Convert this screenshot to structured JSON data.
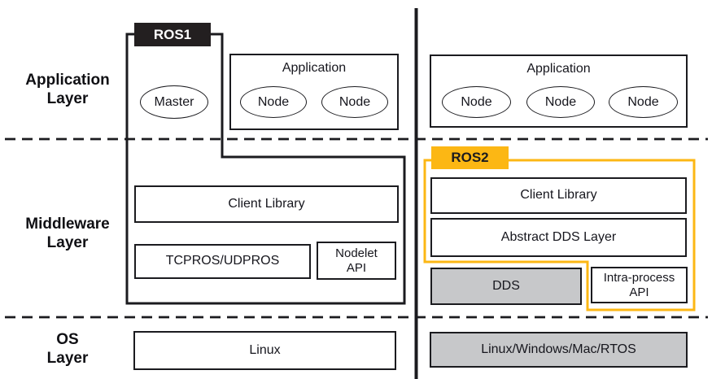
{
  "layers": [
    {
      "label": "Application\nLayer"
    },
    {
      "label": "Middleware\nLayer"
    },
    {
      "label": "OS\nLayer"
    }
  ],
  "ros1": {
    "tab_label": "ROS1",
    "master_label": "Master",
    "application": {
      "title": "Application",
      "nodes": [
        "Node",
        "Node"
      ]
    },
    "middleware": {
      "client_library": "Client Library",
      "transport": "TCPROS/UDPROS",
      "nodelet_api": "Nodelet\nAPI"
    },
    "os_label": "Linux"
  },
  "ros2": {
    "tab_label": "ROS2",
    "application": {
      "title": "Application",
      "nodes": [
        "Node",
        "Node",
        "Node"
      ]
    },
    "middleware": {
      "client_library": "Client Library",
      "abstract_dds": "Abstract DDS Layer",
      "dds": "DDS",
      "intra_process_api": "Intra-process\nAPI"
    },
    "os_label": "Linux/Windows/Mac/RTOS"
  },
  "colors": {
    "ros1_tab_bg": "#231f20",
    "ros1_tab_text": "#ffffff",
    "ros2_accent": "#fcb714",
    "gray_fill": "#c7c8ca",
    "outline": "#1b1b1f"
  }
}
